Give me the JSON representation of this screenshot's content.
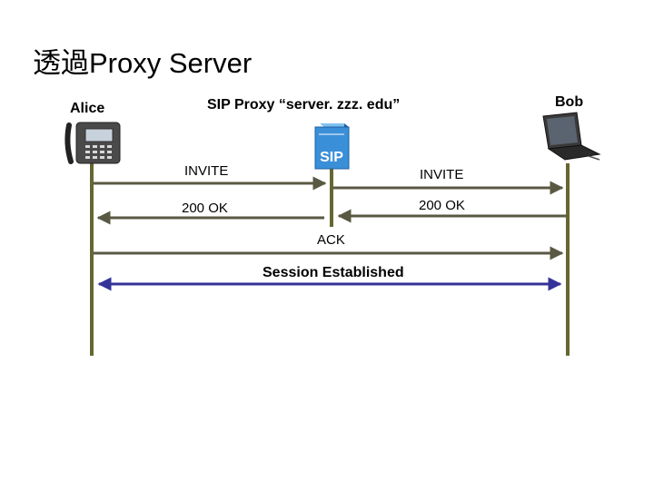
{
  "title": "透過Proxy Server",
  "participants": {
    "alice": "Alice",
    "proxy": "SIP Proxy “server. zzz. edu”",
    "bob": "Bob"
  },
  "proxy_logo_text": "SIP",
  "messages": {
    "invite_1": "INVITE",
    "invite_2": "INVITE",
    "ok_1": "200 OK",
    "ok_2": "200 OK",
    "ack": "ACK",
    "session": "Session Established"
  },
  "colors": {
    "lifeline": "#666633",
    "arrow": "#595943",
    "session_arrow": "#333399",
    "sip_box": "#3a8fd9"
  }
}
